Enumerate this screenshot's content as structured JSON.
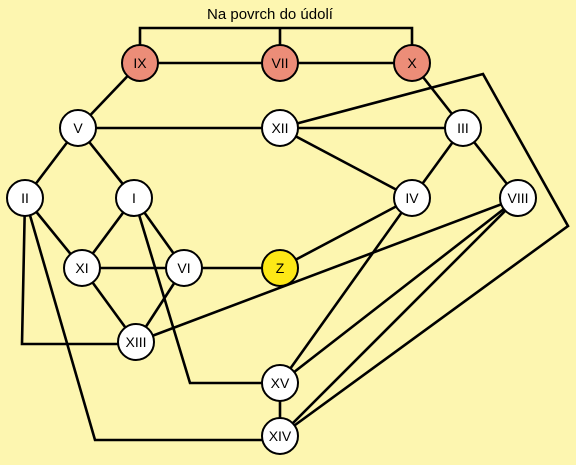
{
  "title": "Na povrch do údolí",
  "colors": {
    "background": "#fdf6b0",
    "exit_node": "#ec8d78",
    "start_node": "#fde816",
    "normal_node": "#ffffff",
    "line": "#000000"
  },
  "nodes": {
    "IX": {
      "label": "IX",
      "kind": "exit"
    },
    "VII": {
      "label": "VII",
      "kind": "exit"
    },
    "X": {
      "label": "X",
      "kind": "exit"
    },
    "V": {
      "label": "V",
      "kind": "normal"
    },
    "XII": {
      "label": "XII",
      "kind": "normal"
    },
    "III": {
      "label": "III",
      "kind": "normal"
    },
    "II": {
      "label": "II",
      "kind": "normal"
    },
    "I": {
      "label": "I",
      "kind": "normal"
    },
    "IV": {
      "label": "IV",
      "kind": "normal"
    },
    "VIII": {
      "label": "VIII",
      "kind": "normal"
    },
    "XI": {
      "label": "XI",
      "kind": "normal"
    },
    "VI": {
      "label": "VI",
      "kind": "normal"
    },
    "Z": {
      "label": "Z",
      "kind": "start"
    },
    "XIII": {
      "label": "XIII",
      "kind": "normal"
    },
    "XV": {
      "label": "XV",
      "kind": "normal"
    },
    "XIV": {
      "label": "XIV",
      "kind": "normal"
    }
  },
  "edges": [
    [
      "IX",
      "VII"
    ],
    [
      "VII",
      "X"
    ],
    [
      "IX",
      "V"
    ],
    [
      "X",
      "III"
    ],
    [
      "V",
      "XII"
    ],
    [
      "XII",
      "III"
    ],
    [
      "V",
      "II"
    ],
    [
      "V",
      "I"
    ],
    [
      "XII",
      "IV"
    ],
    [
      "III",
      "IV"
    ],
    [
      "III",
      "VIII"
    ],
    [
      "II",
      "XI"
    ],
    [
      "I",
      "XI"
    ],
    [
      "I",
      "VI"
    ],
    [
      "XI",
      "VI"
    ],
    [
      "VI",
      "Z"
    ],
    [
      "XI",
      "XIII"
    ],
    [
      "VI",
      "XIII"
    ],
    [
      "II",
      "XIII"
    ],
    [
      "XIII",
      "VIII"
    ],
    [
      "Z",
      "IV"
    ],
    [
      "I",
      "XV"
    ],
    [
      "IV",
      "XV"
    ],
    [
      "VIII",
      "XV"
    ],
    [
      "XV",
      "XIV"
    ],
    [
      "VIII",
      "XIV"
    ],
    [
      "II",
      "XIV"
    ],
    [
      "XII",
      "XIV"
    ]
  ]
}
